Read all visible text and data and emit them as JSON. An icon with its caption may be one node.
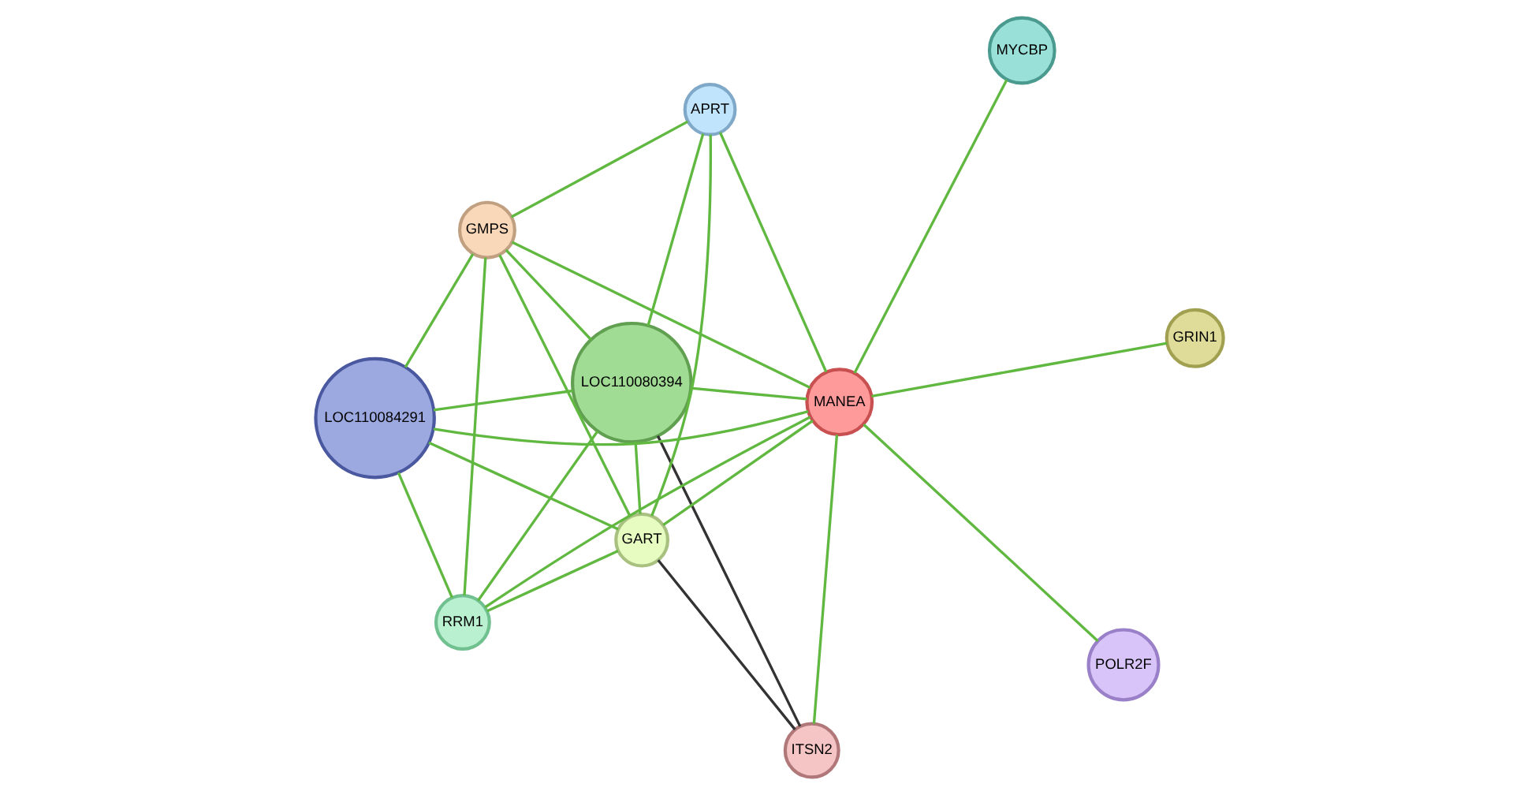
{
  "diagram": {
    "nodes": [
      {
        "text": [
          "MYCBP"
        ]
      },
      {
        "text": [
          "POLR2F"
        ]
      },
      {
        "text": [
          "ITSN2"
        ]
      },
      {
        "text": [
          "LOC110080394"
        ]
      },
      {
        "text": [
          "MANEA"
        ]
      },
      {
        "text": [
          "GART"
        ]
      },
      {
        "text": [
          "GRIN1"
        ]
      },
      {
        "text": [
          "GMPS"
        ]
      },
      {
        "text": [
          "LOC110084291"
        ]
      },
      {
        "text": [
          "RRM1"
        ]
      },
      {
        "text": [
          "APRT"
        ]
      }
    ],
    "edges": [
      {
        "from": 0,
        "to": 4,
        "arrow": "none"
      },
      {
        "from": 1,
        "to": 4,
        "arrow": "none"
      },
      {
        "from": 2,
        "to": 3,
        "arrow": "none",
        "color": "#333333"
      },
      {
        "from": 2,
        "to": 4,
        "arrow": "none"
      },
      {
        "from": 2,
        "to": 5,
        "arrow": "none",
        "color": "#333333"
      },
      {
        "from": 3,
        "to": 4,
        "arrow": "none"
      },
      {
        "from": 3,
        "to": 5,
        "arrow": "none"
      },
      {
        "from": 3,
        "to": 9,
        "arrow": "none"
      },
      {
        "from": 3,
        "to": 7,
        "arrow": "none"
      },
      {
        "from": 3,
        "to": 10,
        "arrow": "none"
      },
      {
        "from": 3,
        "to": 8,
        "arrow": "none"
      },
      {
        "from": 4,
        "to": 5,
        "arrow": "none"
      },
      {
        "from": 4,
        "to": 6,
        "arrow": "none"
      },
      {
        "from": 4,
        "to": 8,
        "arrow": "none"
      },
      {
        "from": 4,
        "to": 7,
        "arrow": "none"
      },
      {
        "from": 4,
        "to": 10,
        "arrow": "none"
      },
      {
        "from": 4,
        "to": 9,
        "arrow": "none"
      },
      {
        "from": 5,
        "to": 9,
        "arrow": "none"
      },
      {
        "from": 5,
        "to": 7,
        "arrow": "none"
      },
      {
        "from": 5,
        "to": 10,
        "arrow": "none"
      },
      {
        "from": 5,
        "to": 8,
        "arrow": "none"
      },
      {
        "from": 7,
        "to": 8,
        "arrow": "none"
      },
      {
        "from": 7,
        "to": 10,
        "arrow": "none"
      },
      {
        "from": 7,
        "to": 9,
        "arrow": "none"
      },
      {
        "from": 9,
        "to": 8,
        "arrow": "none"
      }
    ]
  }
}
